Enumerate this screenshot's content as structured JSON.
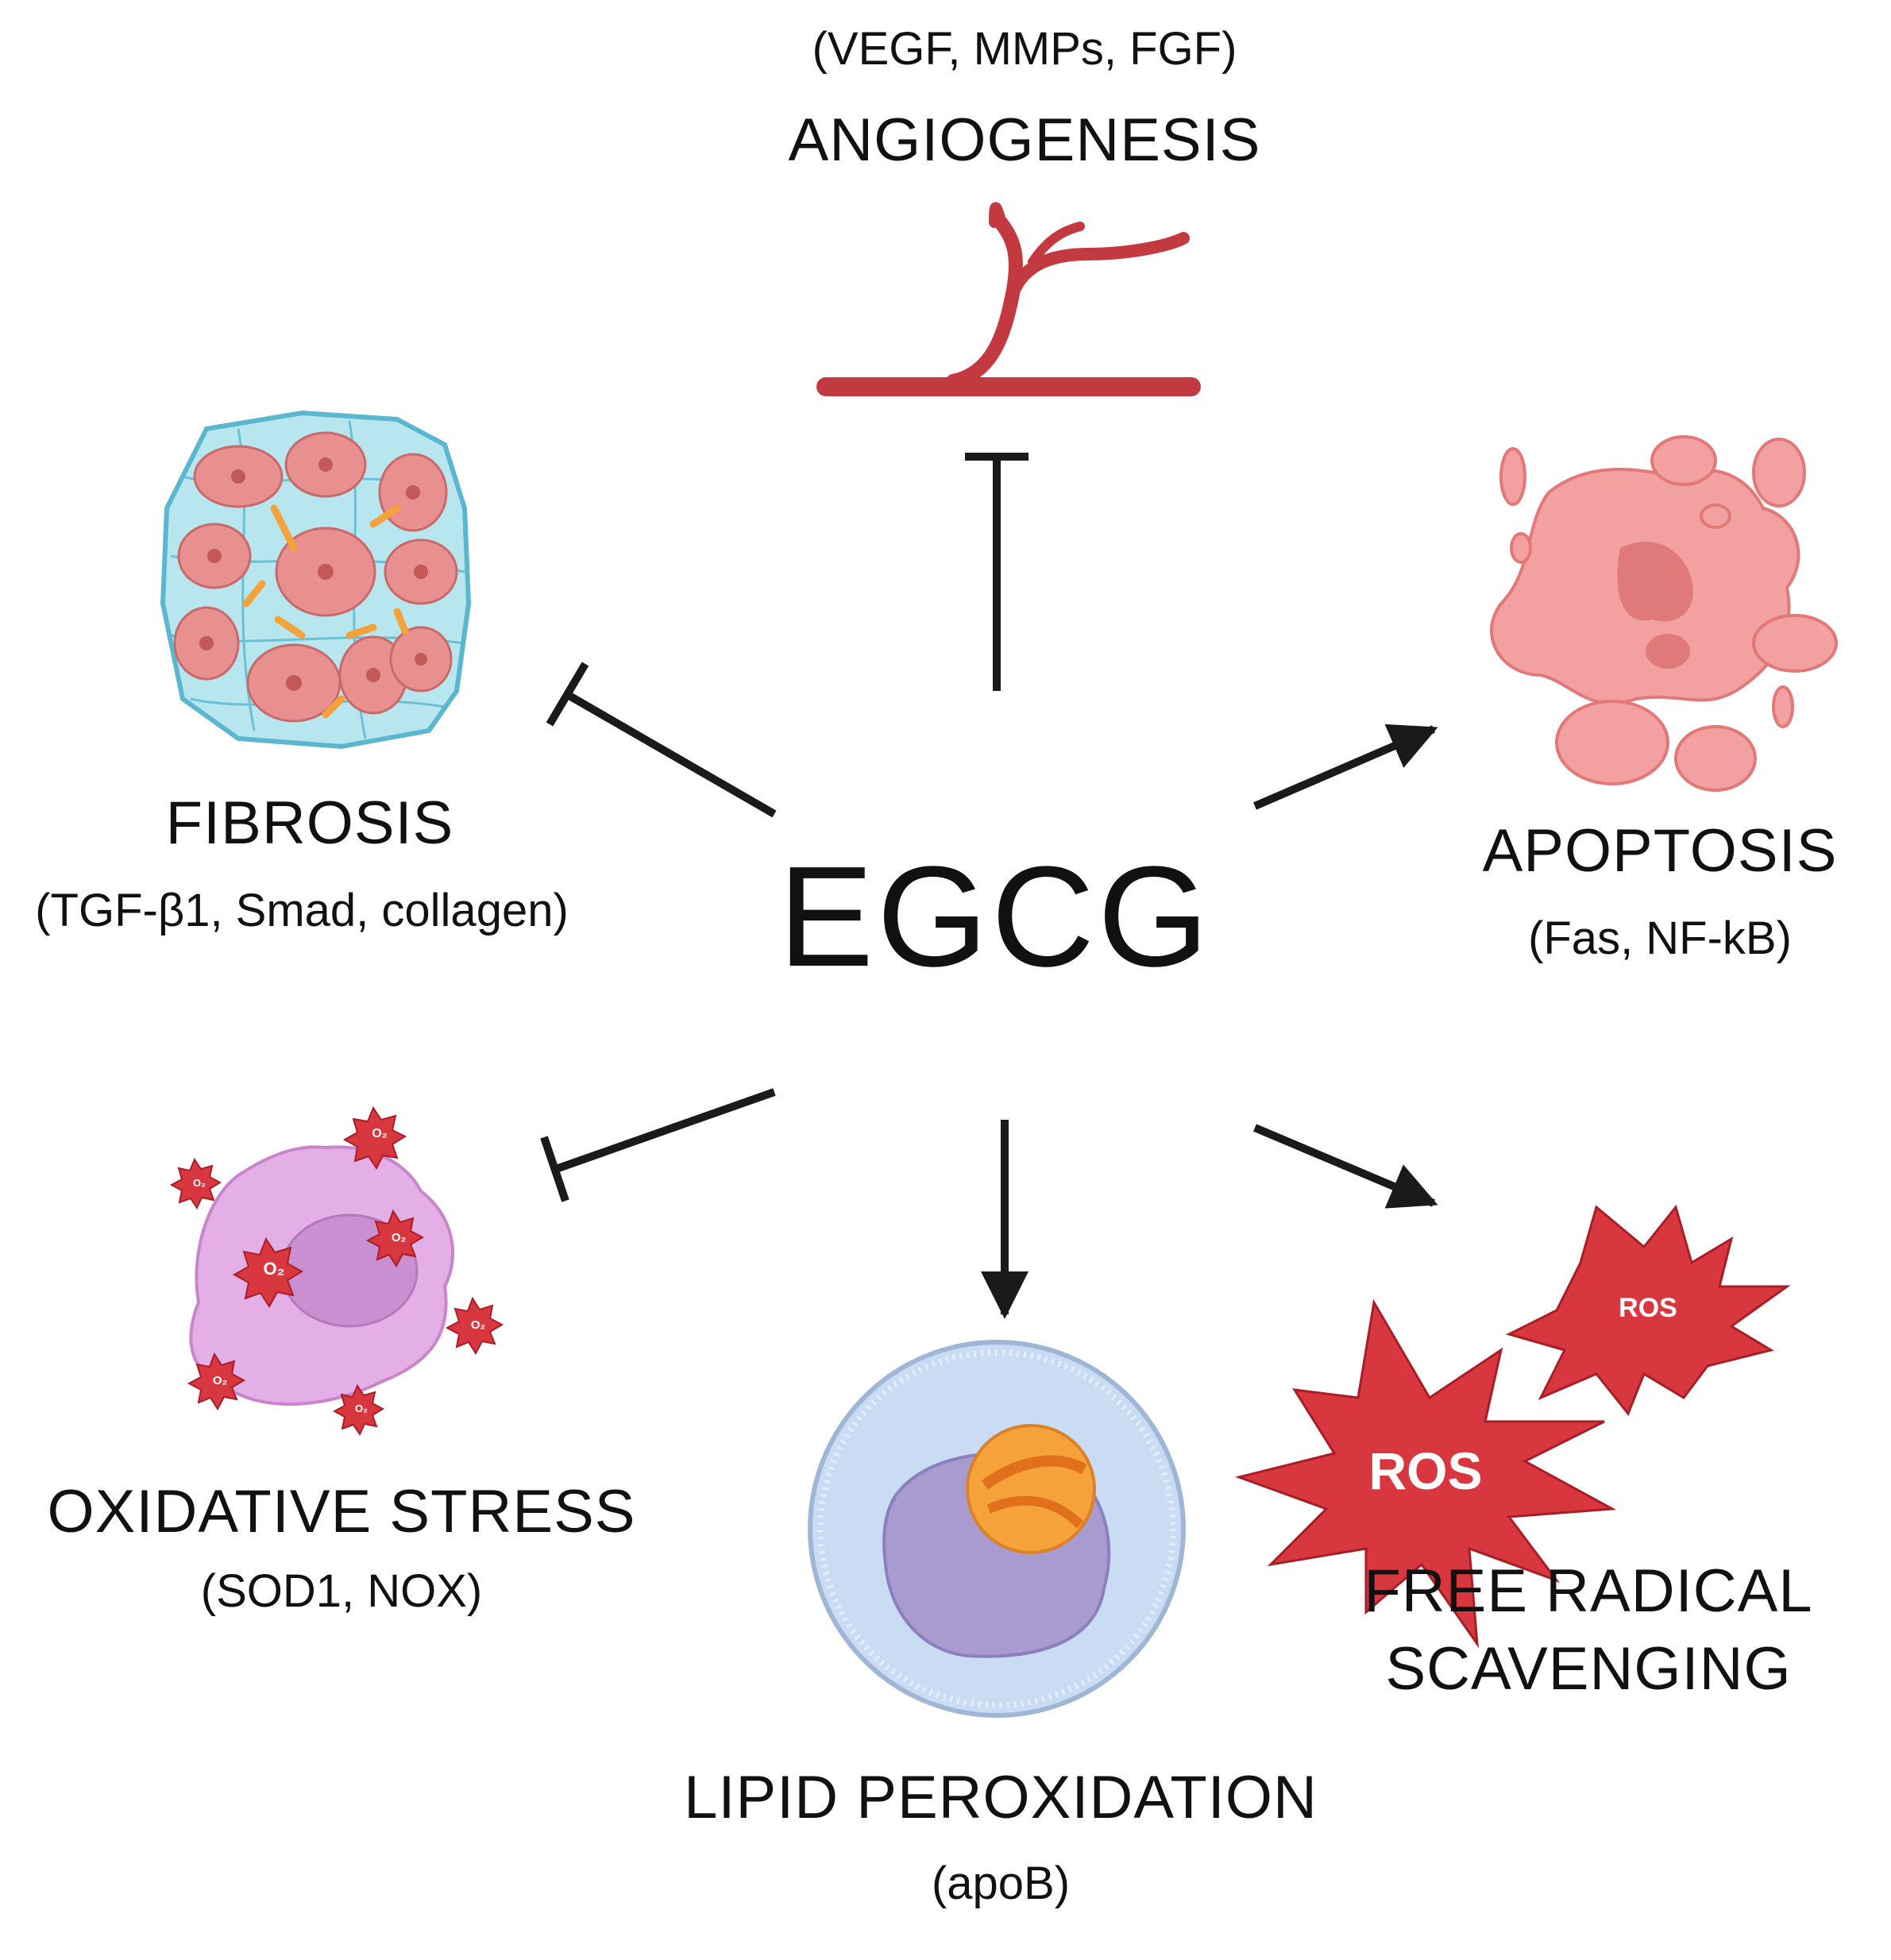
{
  "center": {
    "label": "EGCG"
  },
  "angiogenesis": {
    "title": "ANGIOGENESIS",
    "subtitle": "(VEGF, MMPs, FGF)"
  },
  "fibrosis": {
    "title": "FIBROSIS",
    "subtitle": "(TGF-β1, Smad, collagen)"
  },
  "apoptosis": {
    "title": "APOPTOSIS",
    "subtitle": "(Fas, NF-kB)"
  },
  "oxidative_stress": {
    "title": "OXIDATIVE STRESS",
    "subtitle": "(SOD1, NOX)",
    "radical_label": "O₂"
  },
  "lipid_peroxidation": {
    "title": "LIPID PEROXIDATION",
    "subtitle": "(apoB)"
  },
  "free_radical": {
    "title_line1": "FREE RADICAL",
    "title_line2": "SCAVENGING",
    "burst_large": "ROS",
    "burst_small": "ROS"
  },
  "relations": [
    {
      "target": "ANGIOGENESIS",
      "type": "inhibits"
    },
    {
      "target": "FIBROSIS",
      "type": "inhibits"
    },
    {
      "target": "APOPTOSIS",
      "type": "promotes"
    },
    {
      "target": "OXIDATIVE STRESS",
      "type": "inhibits"
    },
    {
      "target": "LIPID PEROXIDATION",
      "type": "promotes"
    },
    {
      "target": "FREE RADICAL SCAVENGING",
      "type": "promotes"
    }
  ],
  "colors": {
    "arrow": "#1a1a1a",
    "vessel": "#c23a3f",
    "fibrosis_bg": "#b8e6ef",
    "cell_pink": "#e88f8f",
    "apoptosis_pink": "#f2a0a0",
    "oxidative_cell": "#e4aee6",
    "ros_red": "#d9373f",
    "lipid_blue": "#c9dcf3",
    "lipid_orange": "#f5a23a"
  }
}
